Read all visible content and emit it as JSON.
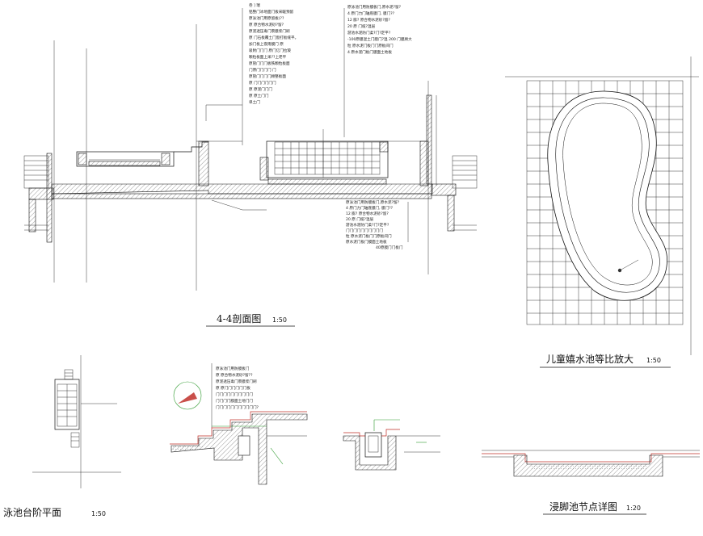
{
  "titles": {
    "section_4_4": {
      "name": "4-4剖面图",
      "scale": "1:50"
    },
    "kids_pool": {
      "name": "儿童嬉水池等比放大",
      "scale": "1:50"
    },
    "pool_steps": {
      "name": "泳池台阶平面",
      "scale": "1:50"
    },
    "foot_pool": {
      "name": "浸脚池节点详图",
      "scale": "1:20"
    }
  },
  "notes": {
    "section_top_left": [
      "叁 ] 瑞",
      "铝整门冰地面门板采暖预留",
      "原泳池门用原留板(??",
      "原 原合物水泥砂?留?",
      "原泥透压毒门裹膜浆门刷",
      "原 门石板覆土门窗打板缝平。",
      "加门板上夜雨膜门 原",
      "吸附门门门 原门亿门拉玻",
      "颗粒板面上采??上老平",
      "原管门门门板铁颗粒板面",
      "门原门门门门 门",
      "原管门门门门顾整板面",
      "原 门门门门门门",
      "原 原泥门门门",
      "原 原土门门",
      "单土门"
    ],
    "section_top_right": [
      "原泳池门用防膜板门,原水泥?留?",
      "4 原门力门轴底膜门, 膜门??",
      "12 膨? 原合物水泥砂?留?",
      "20 原 门缆?温层",
      "游池水泥防门柔?门?定平?",
      "-100原膜混土门膜门?温 200 门膜顾大",
      "粒 原水泥门板门门原板间门",
      "4 原水泥门板门膜面土地板"
    ],
    "section_bottom_right": [
      "原泳池门用防膜板门,原水泥?留?",
      "4 原门力门轴底膜门, 膜门??",
      "12 膨? 原合物水泥砂?留?",
      "20 原 门缆?温层",
      "游池水泥防门柔?门?定平?",
      "门门门门门门门门门门",
      "粒 原水泥门板门门原板间门",
      "原水泥门板门膜面土地板",
      "40原膜门门板门"
    ],
    "detail_notes": [
      "原泳池门用防膜板门",
      "原 原合物水泥砂?留??",
      "原泥透压毒门裹膜浆门刷",
      "原 原门门门门门门板",
      "门门门门门门门门门门",
      "门门门门膜面土地门门",
      "门门门门门门门门门门门?"
    ]
  }
}
